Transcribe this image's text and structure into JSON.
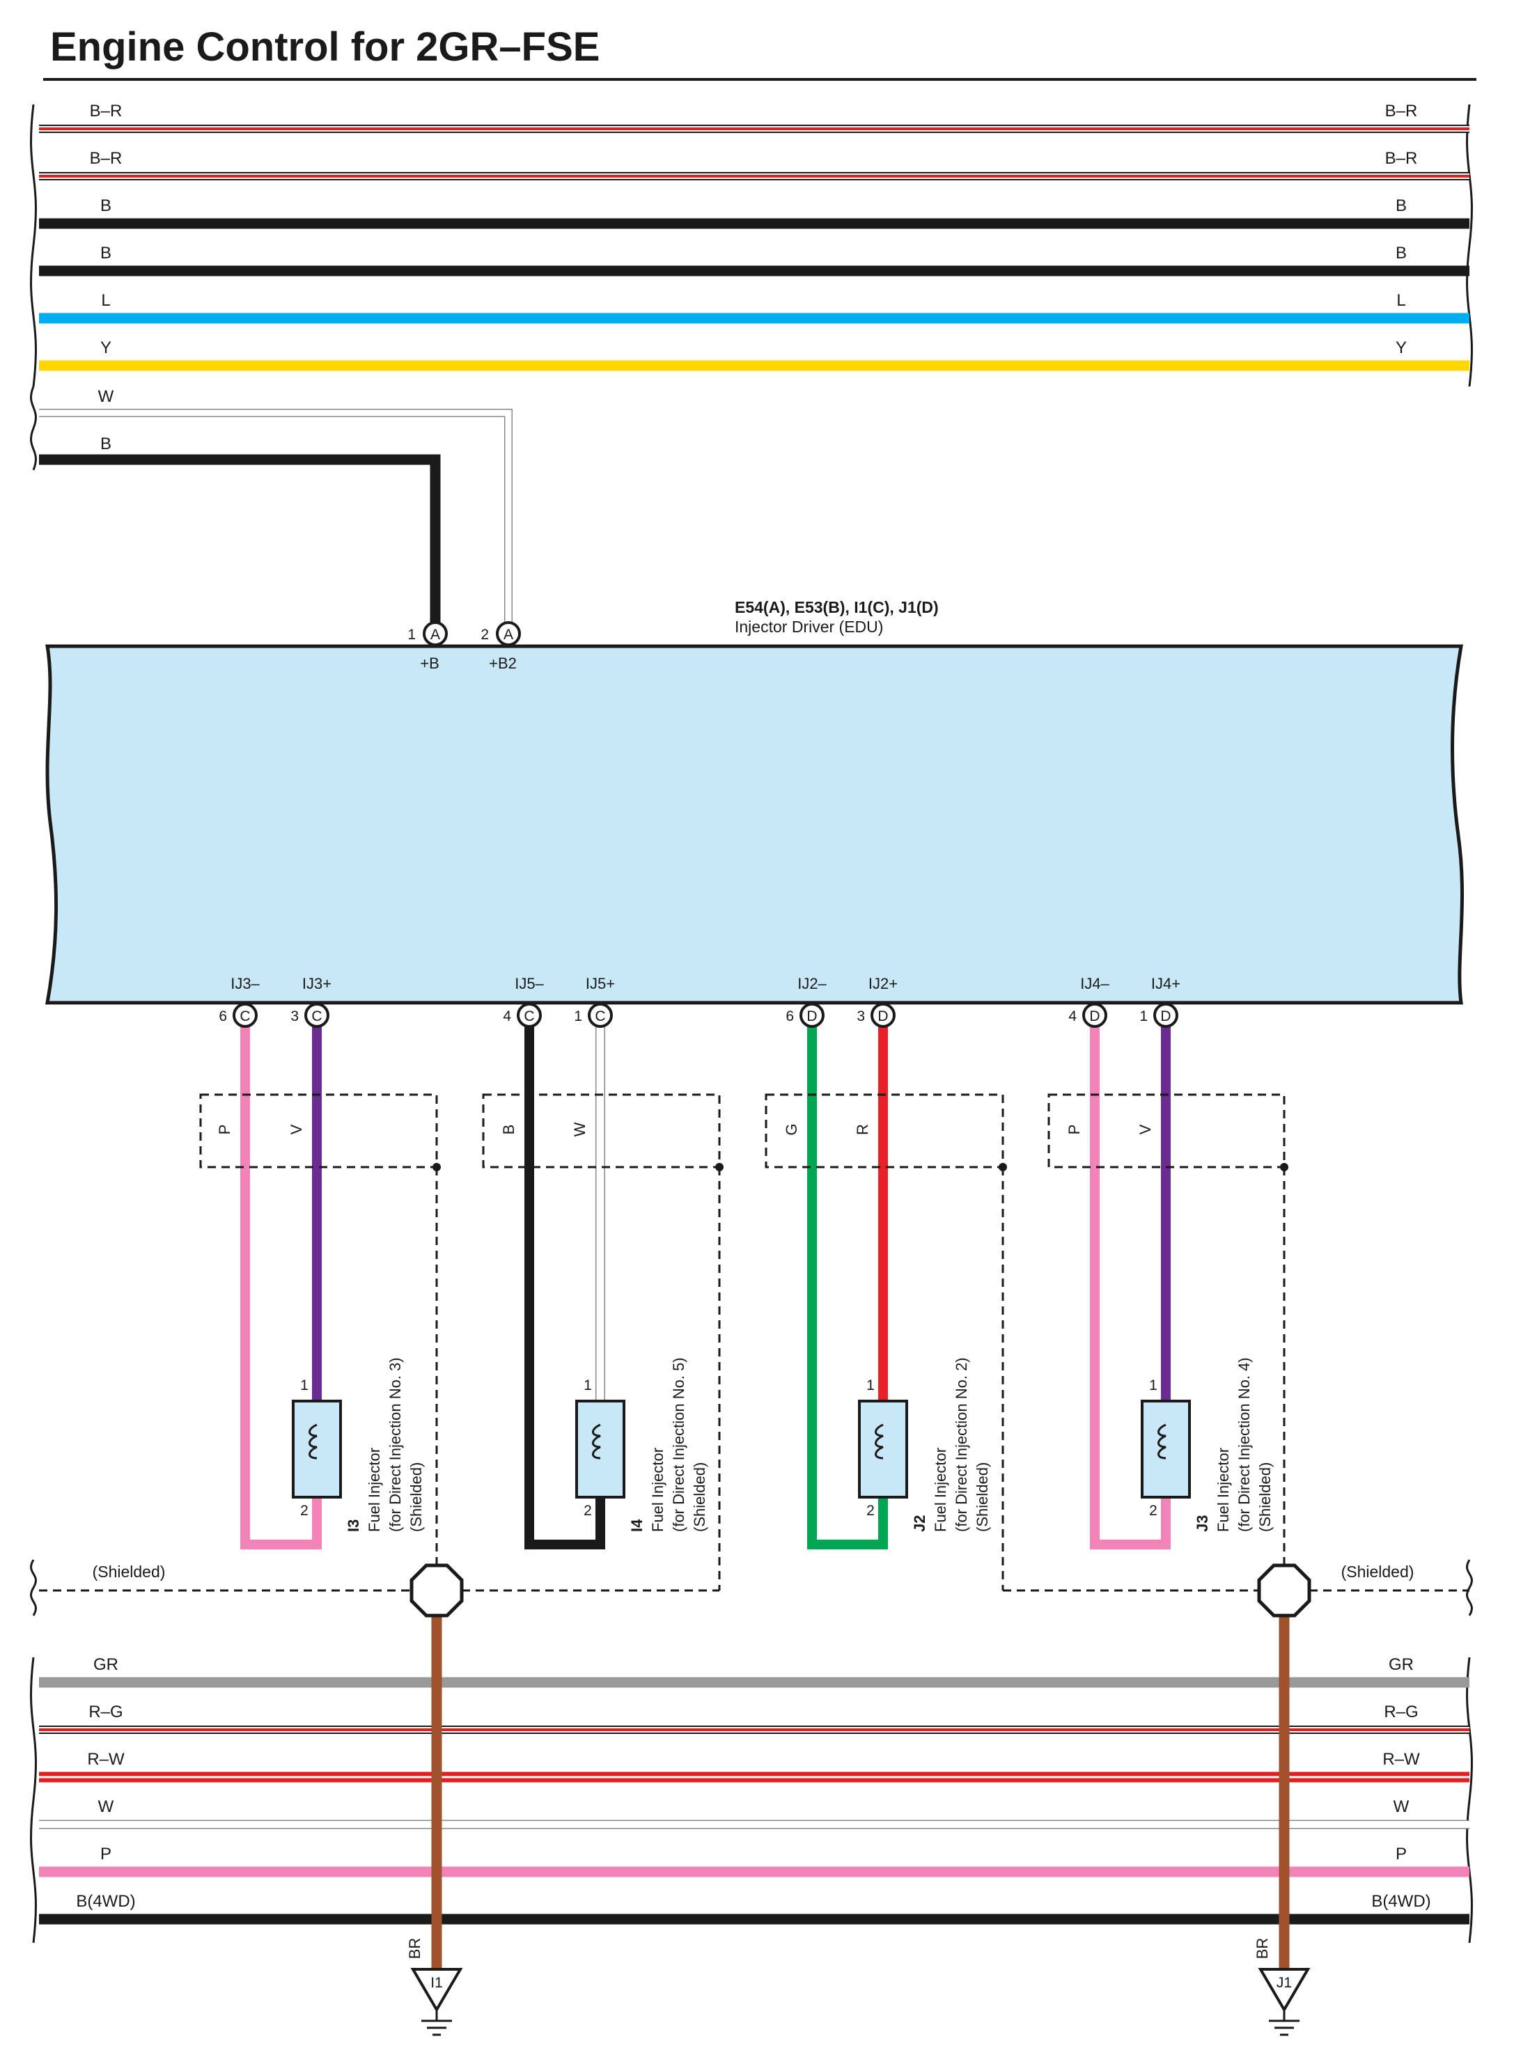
{
  "title": "Engine Control for 2GR–FSE",
  "top_wires": [
    {
      "label": "B–R",
      "color": "#e02020",
      "style": "thin-double"
    },
    {
      "label": "B–R",
      "color": "#e02020",
      "style": "thin-double"
    },
    {
      "label": "B",
      "color": "#1a1a1a",
      "style": "thick"
    },
    {
      "label": "B",
      "color": "#1a1a1a",
      "style": "thick"
    },
    {
      "label": "L",
      "color": "#00aeef",
      "style": "thick"
    },
    {
      "label": "Y",
      "color": "#ffd700",
      "style": "thick"
    }
  ],
  "branch_wires": [
    {
      "label": "W",
      "color": "#ffffff"
    },
    {
      "label": "B",
      "color": "#1a1a1a"
    }
  ],
  "edu": {
    "code": "E54(A), E53(B), I1(C), J1(D)",
    "name": "Injector Driver (EDU)",
    "fill": "#c8e8f8",
    "top_pins": [
      {
        "num": "1",
        "conn": "A",
        "term": "+B"
      },
      {
        "num": "2",
        "conn": "A",
        "term": "+B2"
      }
    ]
  },
  "injectors": [
    {
      "code": "I3",
      "name": "Fuel Injector",
      "desc": "(for Direct Injection No. 3)",
      "shield": "(Shielded)",
      "pins": [
        {
          "term": "IJ3–",
          "num": "6",
          "conn": "C",
          "wire": "P",
          "color": "#f283b6"
        },
        {
          "term": "IJ3+",
          "num": "3",
          "conn": "C",
          "wire": "V",
          "color": "#6a2c91"
        }
      ]
    },
    {
      "code": "I4",
      "name": "Fuel Injector",
      "desc": "(for Direct Injection No. 5)",
      "shield": "(Shielded)",
      "pins": [
        {
          "term": "IJ5–",
          "num": "4",
          "conn": "C",
          "wire": "B",
          "color": "#1a1a1a"
        },
        {
          "term": "IJ5+",
          "num": "1",
          "conn": "C",
          "wire": "W",
          "color": "#ffffff"
        }
      ]
    },
    {
      "code": "J2",
      "name": "Fuel Injector",
      "desc": "(for Direct Injection No. 2)",
      "shield": "(Shielded)",
      "pins": [
        {
          "term": "IJ2–",
          "num": "6",
          "conn": "D",
          "wire": "G",
          "color": "#00a651"
        },
        {
          "term": "IJ2+",
          "num": "3",
          "conn": "D",
          "wire": "R",
          "color": "#e8202a"
        }
      ]
    },
    {
      "code": "J3",
      "name": "Fuel Injector",
      "desc": "(for Direct Injection No. 4)",
      "shield": "(Shielded)",
      "pins": [
        {
          "term": "IJ4–",
          "num": "4",
          "conn": "D",
          "wire": "P",
          "color": "#f283b6"
        },
        {
          "term": "IJ4+",
          "num": "1",
          "conn": "D",
          "wire": "V",
          "color": "#6a2c91"
        }
      ]
    }
  ],
  "coil_pins": [
    "1",
    "2"
  ],
  "shielded_label": "(Shielded)",
  "bottom_wires": [
    {
      "label": "GR",
      "color": "#999999",
      "style": "thick"
    },
    {
      "label": "R–G",
      "color": "#e02020",
      "style": "thin-double"
    },
    {
      "label": "R–W",
      "color": "#e02020",
      "style": "double"
    },
    {
      "label": "W",
      "color": "#ffffff",
      "style": "white"
    },
    {
      "label": "P",
      "color": "#f283b6",
      "style": "thick"
    },
    {
      "label": "B(4WD)",
      "color": "#1a1a1a",
      "style": "thick"
    }
  ],
  "grounds": [
    {
      "wire": "BR",
      "label": "I1",
      "color": "#a0522d"
    },
    {
      "wire": "BR",
      "label": "J1",
      "color": "#a0522d"
    }
  ]
}
